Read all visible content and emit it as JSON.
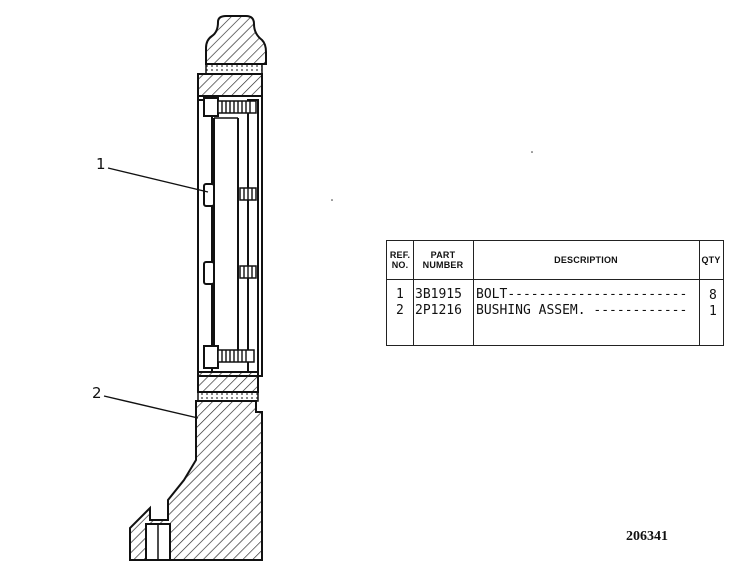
{
  "callouts": [
    {
      "label": "1"
    },
    {
      "label": "2"
    }
  ],
  "table": {
    "headers": {
      "ref_no": [
        "REF.",
        "NO."
      ],
      "part_number": [
        "PART",
        "NUMBER"
      ],
      "description": "DESCRIPTION",
      "qty": "QTY"
    },
    "rows": [
      {
        "ref": "1",
        "part": "3B1915",
        "description": "BOLT",
        "qty": "8"
      },
      {
        "ref": "2",
        "part": "2P1216",
        "description": "BUSHING ASSEM.",
        "qty": "1"
      }
    ]
  },
  "drawing_number": "206341"
}
